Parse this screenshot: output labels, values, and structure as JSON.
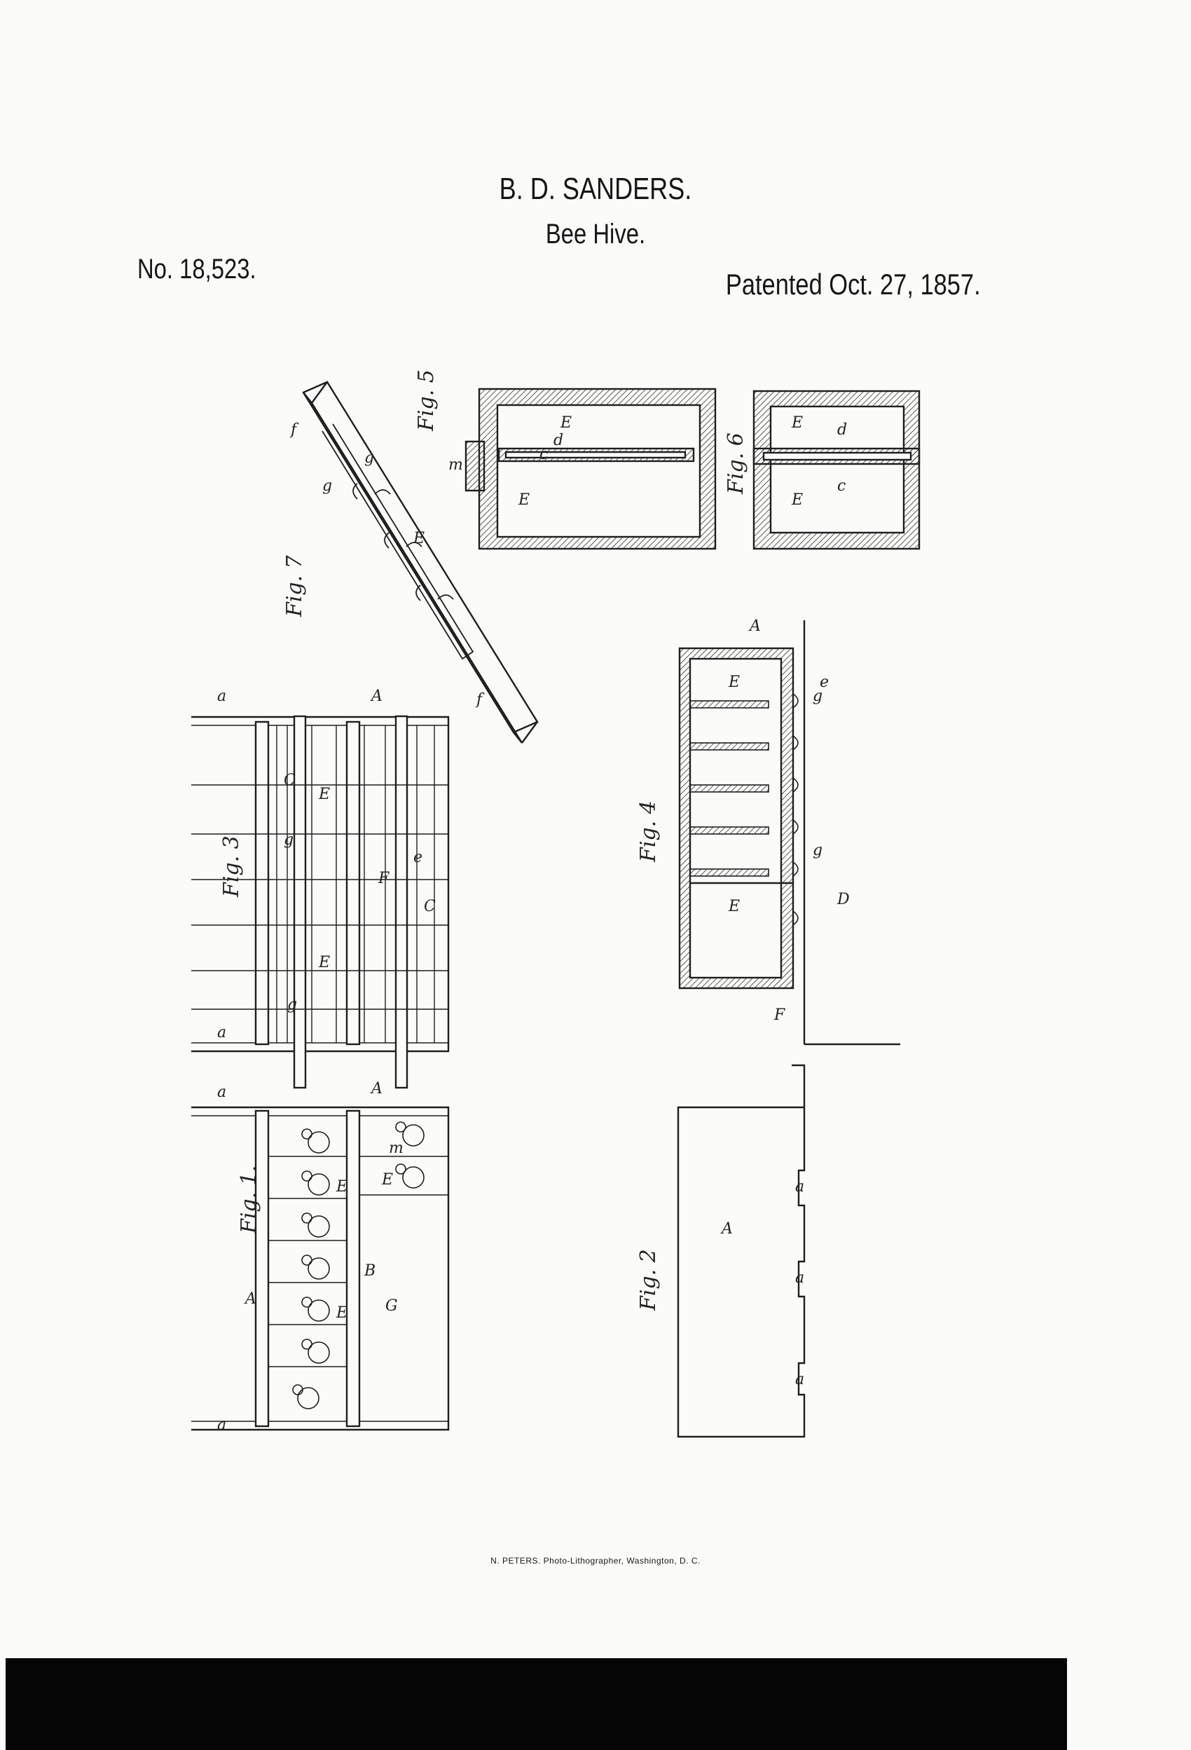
{
  "header": {
    "inventor": "B. D. SANDERS.",
    "subject": "Bee Hive.",
    "patent_number": "No. 18,523.",
    "patent_date": "Patented Oct. 27, 1857."
  },
  "footer": {
    "printer": "N. PETERS. Photo-Lithographer, Washington, D. C."
  },
  "figures": {
    "fig1": "Fig. 1.",
    "fig2": "Fig. 2",
    "fig3": "Fig. 3",
    "fig4": "Fig. 4",
    "fig5": "Fig. 5",
    "fig6": "Fig. 6",
    "fig7": "Fig. 7"
  },
  "letters": {
    "A": "A",
    "B": "B",
    "C": "C",
    "D": "D",
    "E": "E",
    "F": "F",
    "G": "G",
    "a": "a",
    "c": "c",
    "d": "d",
    "e": "e",
    "f": "f",
    "g": "g",
    "m": "m"
  }
}
